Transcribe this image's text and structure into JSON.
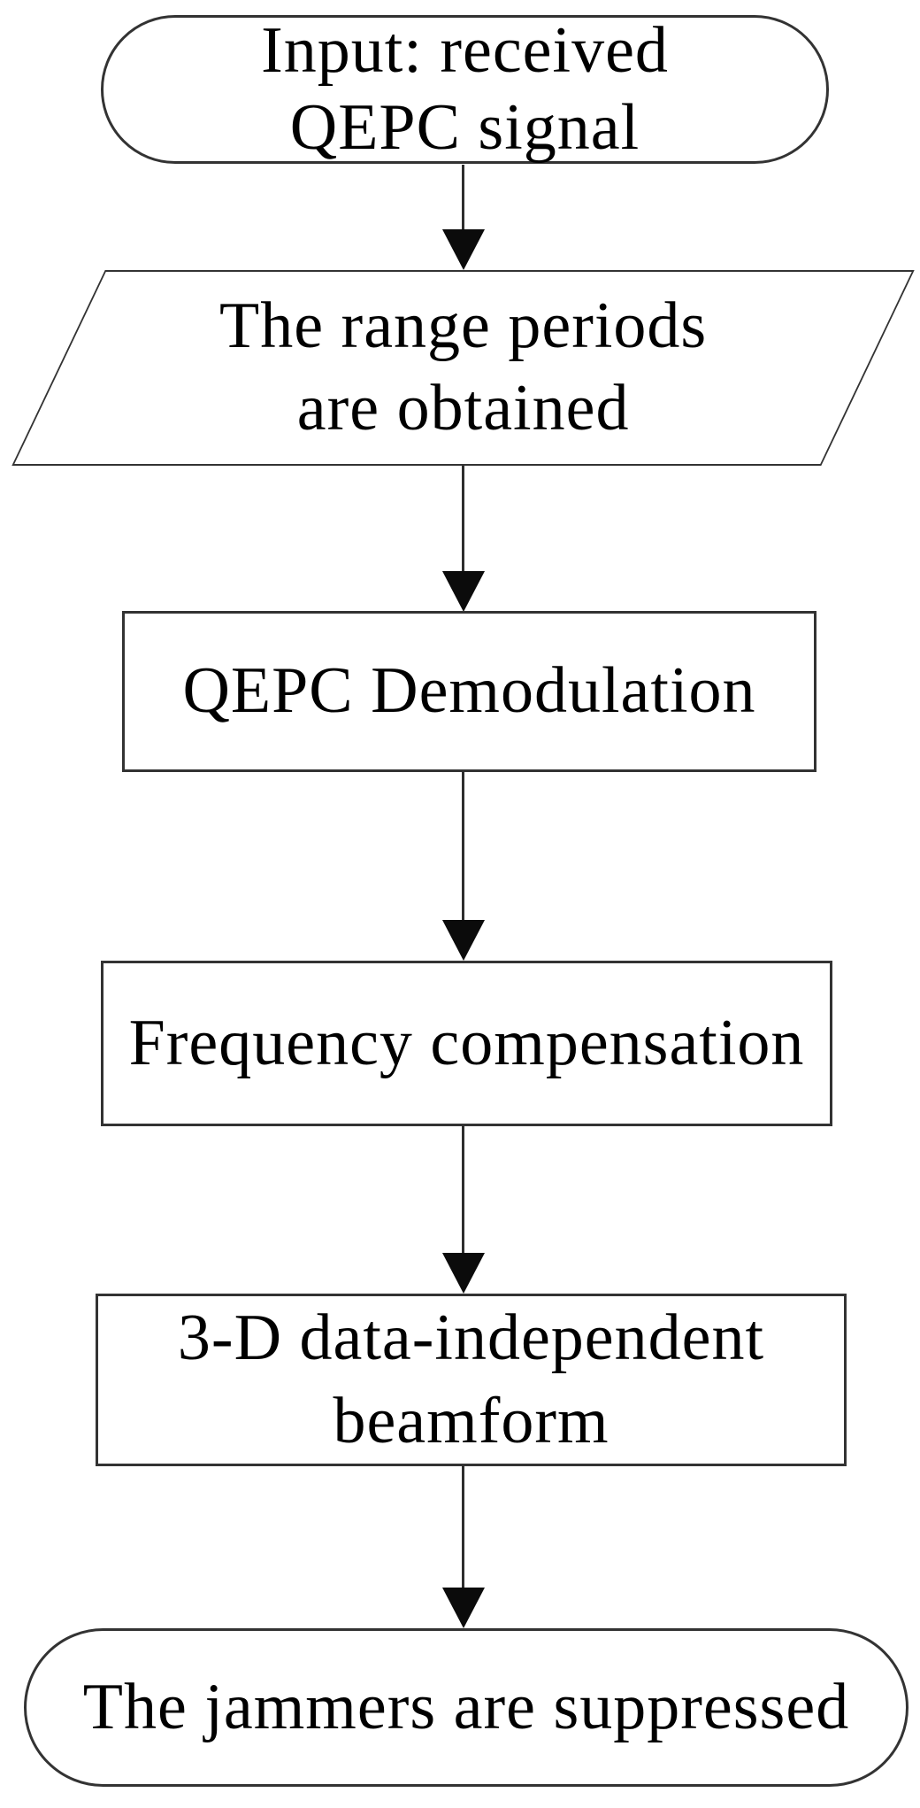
{
  "diagram": {
    "type": "flowchart",
    "direction": "top-down",
    "nodes": [
      {
        "id": "start",
        "shape": "terminator",
        "lines": [
          "Input: received",
          "QEPC signal"
        ]
      },
      {
        "id": "io",
        "shape": "parallelogram",
        "lines": [
          "The range periods",
          "are obtained"
        ]
      },
      {
        "id": "p1",
        "shape": "process",
        "lines": [
          "QEPC Demodulation"
        ]
      },
      {
        "id": "p2",
        "shape": "process",
        "lines": [
          "Frequency compensation"
        ]
      },
      {
        "id": "p3",
        "shape": "process",
        "lines": [
          "3-D data-independent",
          "beamform"
        ]
      },
      {
        "id": "end",
        "shape": "terminator",
        "lines": [
          "The jammers are suppressed"
        ]
      }
    ],
    "edges": [
      {
        "from": "start",
        "to": "io",
        "style": "arrow-down"
      },
      {
        "from": "io",
        "to": "p1",
        "style": "arrow-down"
      },
      {
        "from": "p1",
        "to": "p2",
        "style": "arrow-down"
      },
      {
        "from": "p2",
        "to": "p3",
        "style": "arrow-down"
      },
      {
        "from": "p3",
        "to": "end",
        "style": "arrow-down"
      }
    ],
    "colors": {
      "background": "#ffffff",
      "node_fill": "#ffffff",
      "stroke": "#333333",
      "arrow": "#0b0b0b",
      "text": "#000000"
    }
  }
}
